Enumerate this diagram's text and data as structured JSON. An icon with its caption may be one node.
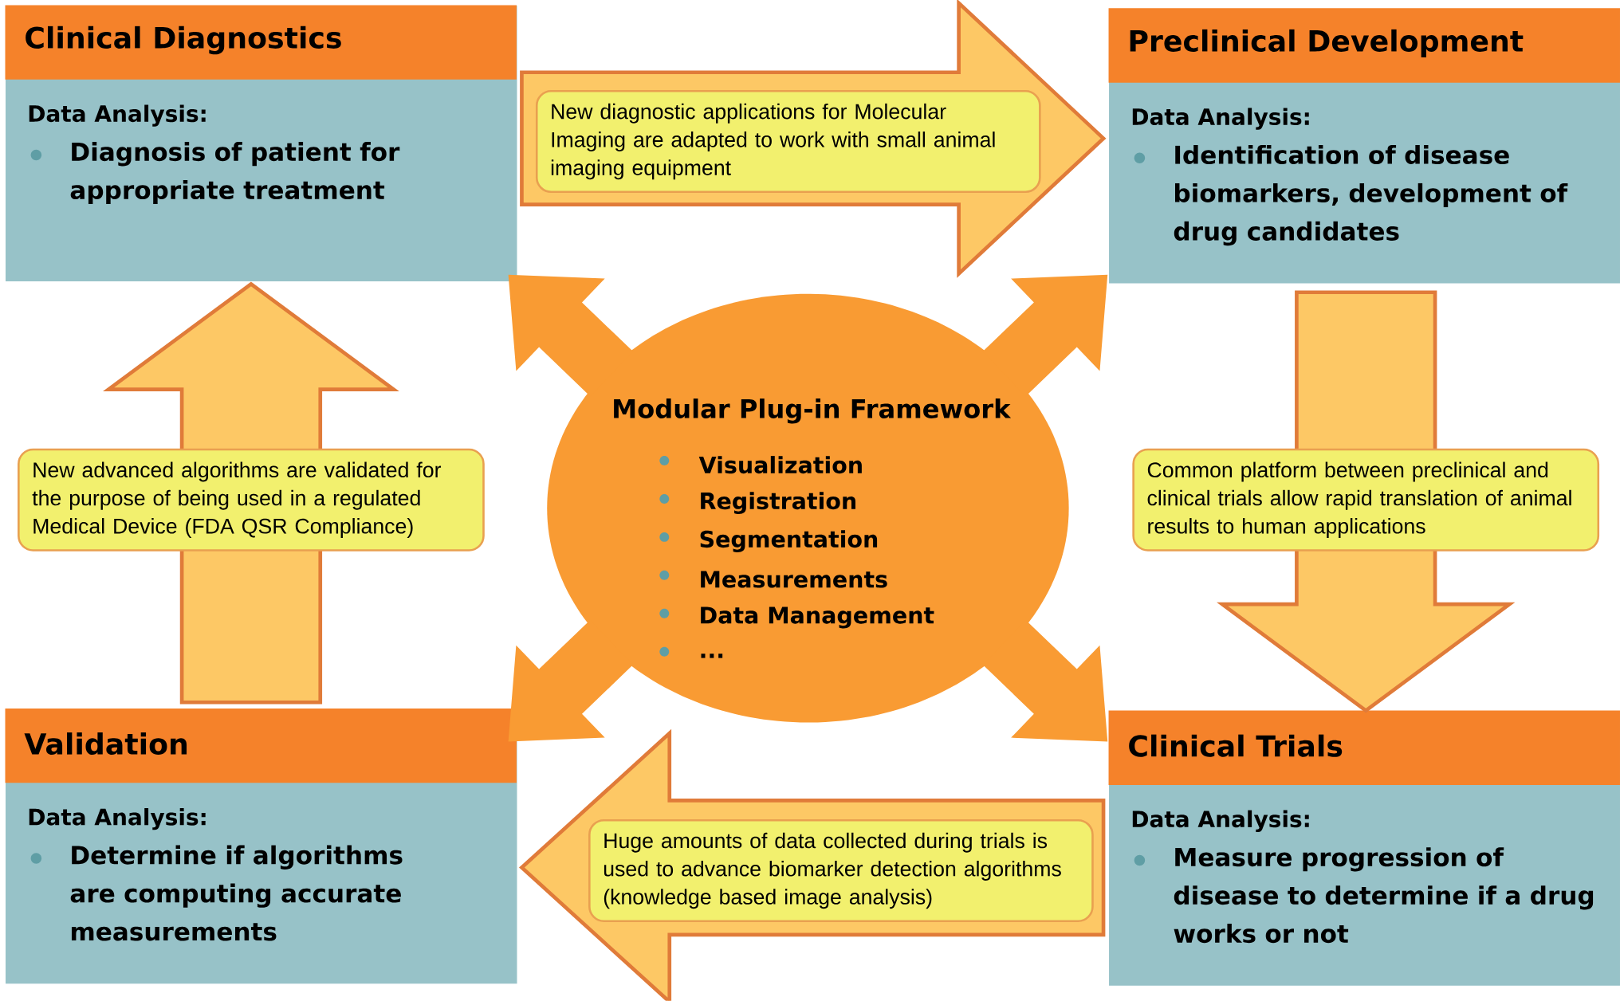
{
  "diagram": {
    "nodes": [
      {
        "text": [
          "Clinical Diagnostics",
          "Data Analysis:",
          "Diagnosis of patient for appropriate treatment"
        ]
      },
      {
        "text": [
          "Preclinical Development",
          "Data Analysis:",
          "Identification of disease biomarkers, development of drug candidates"
        ]
      },
      {
        "text": [
          "Validation",
          "Data Analysis:",
          "Determine if algorithms are computing accurate measurements"
        ]
      },
      {
        "text": [
          "Clinical Trials",
          "Data Analysis:",
          "Measure progression of disease to determine if a drug works or not"
        ]
      },
      {
        "text": [
          "Modular Plug-in Framework",
          "Visualization",
          "Registration",
          "Segmentation",
          "Measurements",
          "Data Management",
          "..."
        ]
      }
    ],
    "edges": [
      {
        "from": 0,
        "to": 1,
        "arrow": "to",
        "label": "New diagnostic applications for Molecular Imaging are adapted to work with small animal imaging equipment"
      },
      {
        "from": 1,
        "to": 3,
        "arrow": "to",
        "label": "Common platform between preclinical and clinical trials allow rapid translation of animal results to human applications"
      },
      {
        "from": 3,
        "to": 2,
        "arrow": "to",
        "label": "Huge amounts of data collected during trials is used to advance biomarker detection algorithms (knowledge based image analysis)"
      },
      {
        "from": 2,
        "to": 0,
        "arrow": "to",
        "label": "New advanced algorithms are validated for the purpose of being used in a regulated Medical Device (FDA QSR Compliance)"
      },
      {
        "from": 4,
        "to": 0,
        "arrow": "to"
      },
      {
        "from": 4,
        "to": 1,
        "arrow": "to"
      },
      {
        "from": 4,
        "to": 2,
        "arrow": "to"
      },
      {
        "from": 4,
        "to": 3,
        "arrow": "to"
      }
    ]
  }
}
